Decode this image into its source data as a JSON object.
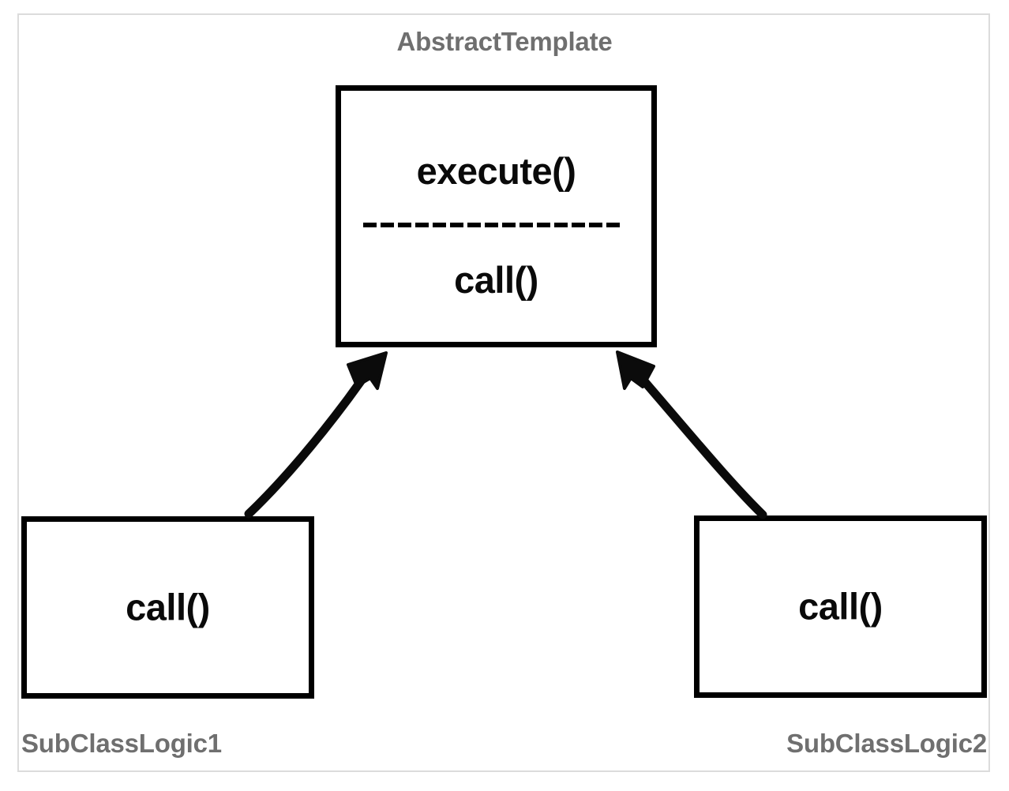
{
  "diagram": {
    "kind": "uml-class-diagram",
    "pattern_title": "AbstractTemplate",
    "background_color": "#ffffff",
    "frame_color": "#dcdcdc",
    "box_border_color": "#000000",
    "member_text_color": "#0a0a0a",
    "caption_text_color": "#6f6f6f"
  },
  "abstract_class": {
    "caption": "AbstractTemplate",
    "template_method": "execute()",
    "hook_method": "call()",
    "separator_style": "dashed"
  },
  "subclasses": [
    {
      "caption": "SubClassLogic1",
      "method": "call()"
    },
    {
      "caption": "SubClassLogic2",
      "method": "call()"
    }
  ],
  "connectors": [
    {
      "name": "inheritance-sub1-to-abstract",
      "from": "SubClassLogic1",
      "to": "AbstractTemplate",
      "arrowhead": "filled-triangle",
      "style": "hand-drawn"
    },
    {
      "name": "inheritance-sub2-to-abstract",
      "from": "SubClassLogic2",
      "to": "AbstractTemplate",
      "arrowhead": "filled-triangle",
      "style": "hand-drawn"
    }
  ]
}
